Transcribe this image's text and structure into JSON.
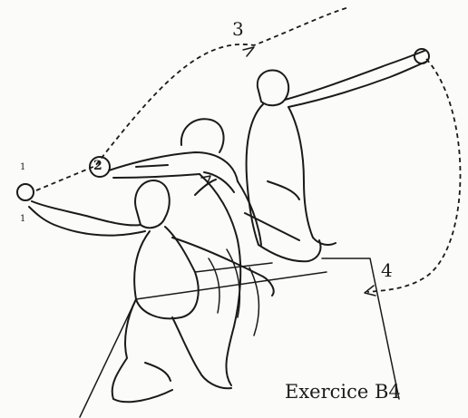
{
  "figure": {
    "caption": "Exercice B4",
    "steps": {
      "step_1_top": "1",
      "step_1_bottom": "1",
      "step_2": "2",
      "step_3": "3",
      "step_4": "4"
    }
  }
}
